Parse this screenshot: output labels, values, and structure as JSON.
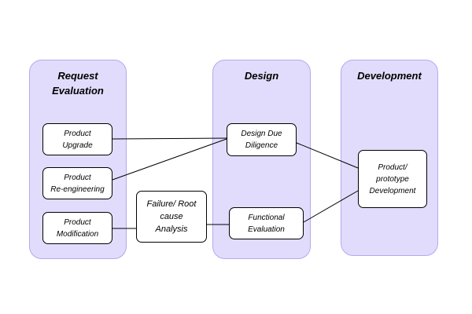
{
  "columns": {
    "request_evaluation": "Request\nEvaluation",
    "design": "Design",
    "development": "Development"
  },
  "nodes": {
    "product_upgrade": "Product\nUpgrade",
    "product_reengineering": "Product\nRe-engineering",
    "product_modification": "Product\nModification",
    "failure_root_cause": "Failure/ Root\ncause\nAnalysis",
    "design_due_diligence": "Design Due\nDiligence",
    "functional_evaluation": "Functional\nEvaluation",
    "product_prototype_development": "Product/\nprototype\nDevelopment"
  },
  "colors": {
    "column_fill": "#e1dcfb",
    "column_border": "#b3a9ee",
    "node_fill": "#ffffff",
    "line": "#000000"
  }
}
